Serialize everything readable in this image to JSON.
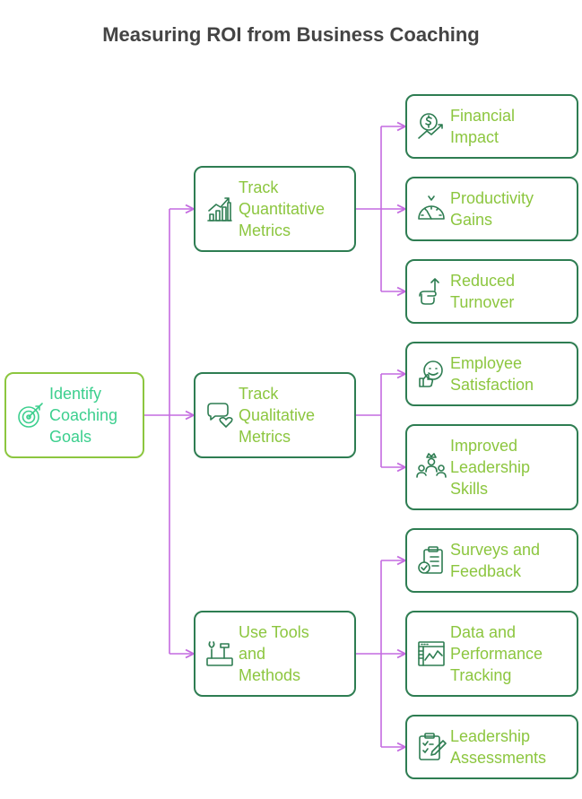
{
  "title": "Measuring ROI from Business Coaching",
  "colors": {
    "connector": "#c46be0",
    "border": "#2e7d52",
    "root_border": "#8cc63f",
    "text": "#8cc63f",
    "root_text": "#3ccf8e"
  },
  "root": {
    "lines": [
      "Identify",
      "Coaching",
      "Goals"
    ],
    "icon": "target-icon"
  },
  "branches": [
    {
      "lines": [
        "Track",
        "Quantitative",
        "Metrics"
      ],
      "icon": "bar-chart-icon",
      "children": [
        {
          "lines": [
            "Financial",
            "Impact"
          ],
          "icon": "dollar-growth-icon"
        },
        {
          "lines": [
            "Productivity",
            "Gains"
          ],
          "icon": "speedometer-icon"
        },
        {
          "lines": [
            "Reduced",
            "Turnover"
          ],
          "icon": "hand-up-arrow-icon"
        }
      ]
    },
    {
      "lines": [
        "Track",
        "Qualitative",
        "Metrics"
      ],
      "icon": "chat-heart-icon",
      "children": [
        {
          "lines": [
            "Employee",
            "Satisfaction"
          ],
          "icon": "smiley-thumbs-icon"
        },
        {
          "lines": [
            "Improved",
            "Leadership",
            "Skills"
          ],
          "icon": "team-leader-icon"
        }
      ]
    },
    {
      "lines": [
        "Use Tools",
        "and",
        "Methods"
      ],
      "icon": "tools-icon",
      "children": [
        {
          "lines": [
            "Surveys and",
            "Feedback"
          ],
          "icon": "clipboard-check-icon"
        },
        {
          "lines": [
            "Data and",
            "Performance",
            "Tracking"
          ],
          "icon": "dashboard-icon"
        },
        {
          "lines": [
            "Leadership",
            "Assessments"
          ],
          "icon": "clipboard-pencil-icon"
        }
      ]
    }
  ]
}
